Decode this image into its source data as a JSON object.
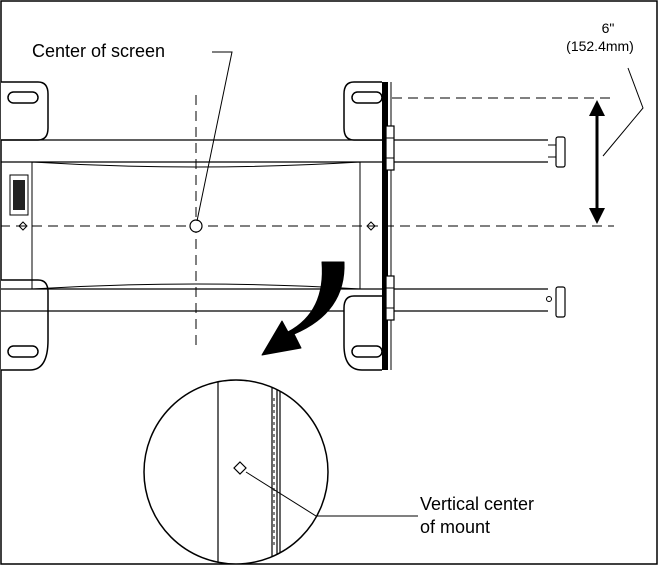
{
  "labels": {
    "center_of_screen": "Center of screen",
    "spacing_inches": "6\"",
    "spacing_mm": "(152.4mm)",
    "vertical_center_line1": "Vertical center",
    "vertical_center_line2": "of mount"
  },
  "colors": {
    "line": "#000000",
    "background": "#ffffff"
  }
}
